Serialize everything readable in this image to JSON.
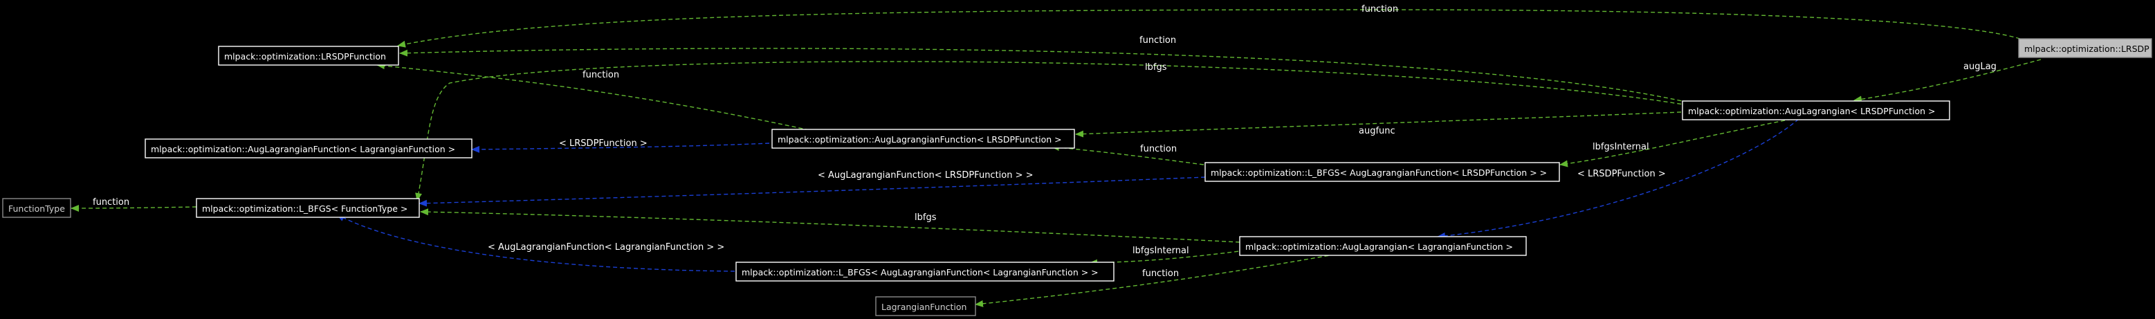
{
  "colors": {
    "background": "#000000",
    "member_edge": "#63b832",
    "inheritance_edge": "#1a3fd4",
    "node_border": "#ffffff",
    "root_fill": "#bfbfbf"
  },
  "nodes": {
    "lrsdp": "mlpack::optimization::LRSDP",
    "lrsdp_function": "mlpack::optimization::LRSDPFunction",
    "aug_lagrangian_function_lagrangian": "mlpack::optimization::AugLagrangianFunction< LagrangianFunction >",
    "aug_lagrangian_function_lrsdp": "mlpack::optimization::AugLagrangianFunction< LRSDPFunction >",
    "aug_lagrangian_lrsdp": "mlpack::optimization::AugLagrangian< LRSDPFunction >",
    "lbfgs_aug_lrsdp": "mlpack::optimization::L_BFGS< AugLagrangianFunction< LRSDPFunction > >",
    "function_type": "FunctionType",
    "lbfgs_function_type": "mlpack::optimization::L_BFGS< FunctionType >",
    "aug_lagrangian_lagrangian": "mlpack::optimization::AugLagrangian< LagrangianFunction >",
    "lbfgs_aug_lagrangian": "mlpack::optimization::L_BFGS< AugLagrangianFunction< LagrangianFunction > >",
    "lagrangian_function": "LagrangianFunction"
  },
  "edge_labels": {
    "function_top": "function",
    "function_mid": "function",
    "lbfgs_top": "lbfgs",
    "function_left": "function",
    "aug_lag": "augLag",
    "augfunc": "augfunc",
    "lrsdp_function_tpl": "< LRSDPFunction >",
    "function_center": "function",
    "lbfgs_internal_top": "lbfgsInternal",
    "aug_lrsdp_tpl": "< AugLagrangianFunction< LRSDPFunction > >",
    "lrsdp_function_tpl_right": "< LRSDPFunction >",
    "function_type_edge": "function",
    "lbfgs_lower": "lbfgs",
    "aug_lagrangian_tpl": "< AugLagrangianFunction< LagrangianFunction > >",
    "lbfgs_internal_bottom": "lbfgsInternal",
    "function_bottom": "function"
  }
}
